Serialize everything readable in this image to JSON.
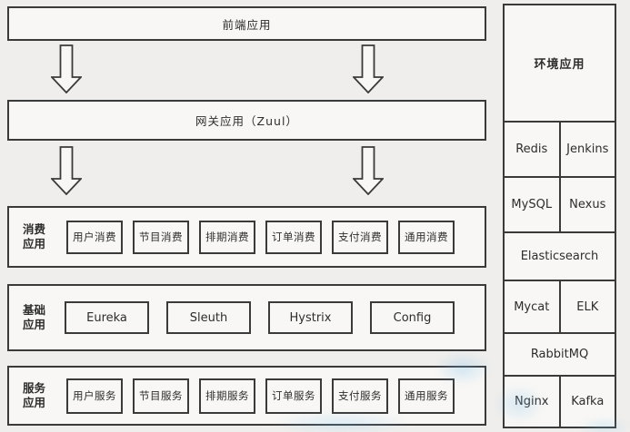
{
  "frontend": {
    "label": "前端应用"
  },
  "gateway": {
    "label": "网关应用（Zuul）"
  },
  "rows": [
    {
      "name": "consumer",
      "label_lines": [
        "消费",
        "应用"
      ],
      "boxes": [
        "用户消费",
        "节目消费",
        "排期消费",
        "订单消费",
        "支付消费",
        "通用消费"
      ]
    },
    {
      "name": "base",
      "label_lines": [
        "基础",
        "应用"
      ],
      "boxes": [
        "Eureka",
        "Sleuth",
        "Hystrix",
        "Config"
      ]
    },
    {
      "name": "service",
      "label_lines": [
        "服务",
        "应用"
      ],
      "boxes": [
        "用户服务",
        "节目服务",
        "排期服务",
        "订单服务",
        "支付服务",
        "通用服务"
      ]
    }
  ],
  "sidebar": {
    "title": "环境应用",
    "rows": [
      {
        "cells": [
          "Redis",
          "Jenkins"
        ]
      },
      {
        "cells": [
          "MySQL",
          "Nexus"
        ]
      },
      {
        "cells": [
          "Elasticsearch"
        ]
      },
      {
        "cells": [
          "Mycat",
          "ELK"
        ]
      },
      {
        "cells": [
          "RabbitMQ"
        ]
      },
      {
        "cells": [
          "Nginx",
          "Kafka"
        ]
      }
    ]
  },
  "colors": {
    "background": "#efeeec",
    "box_fill": "#f8f7f5",
    "border": "#3a3a3a",
    "text": "#2d2d2d"
  }
}
